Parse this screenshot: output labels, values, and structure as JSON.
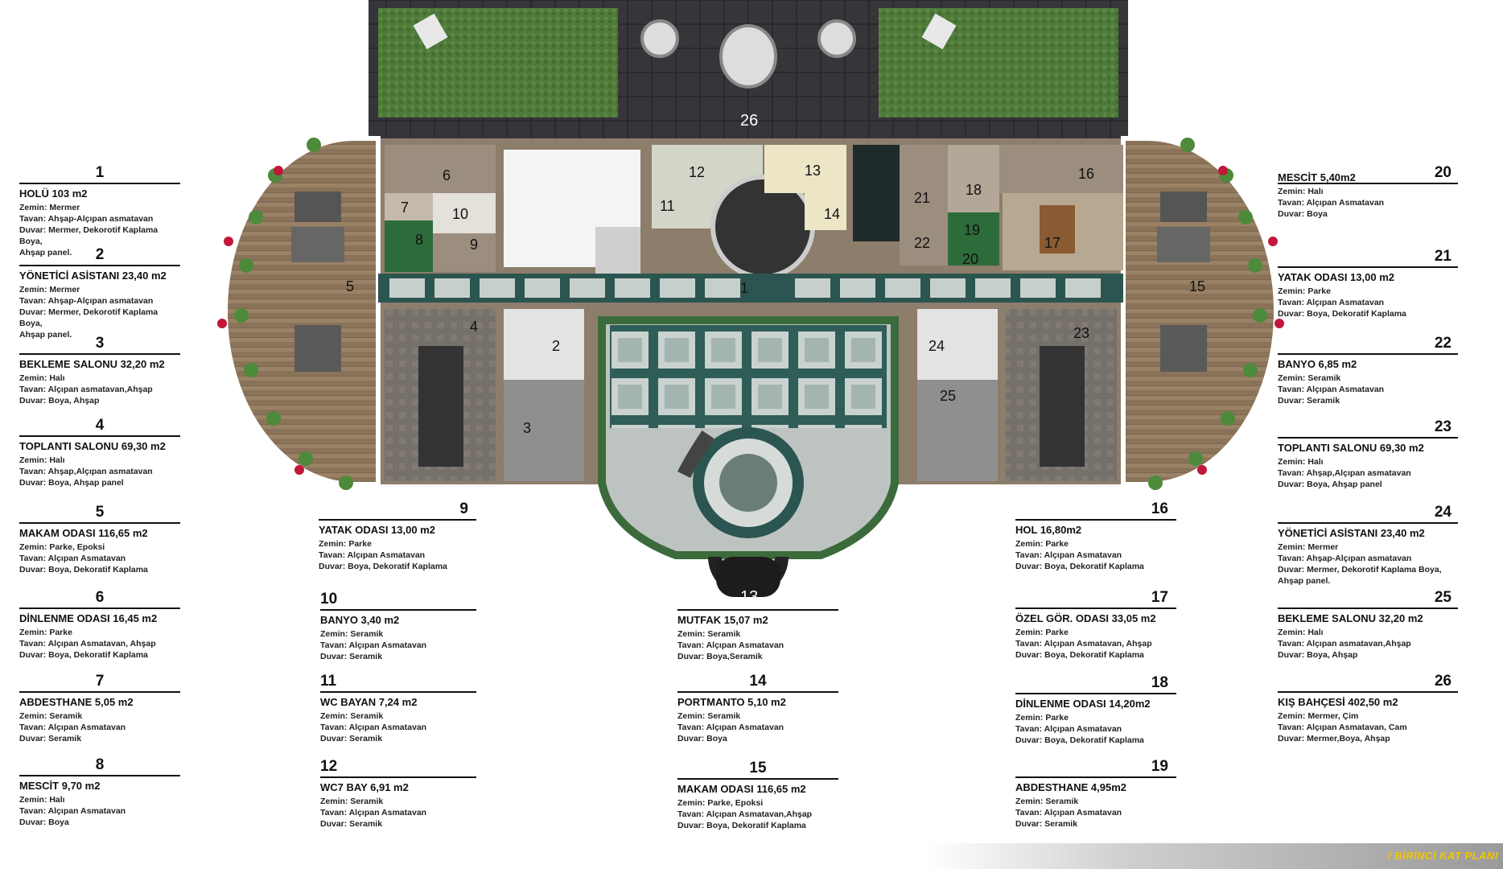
{
  "plan": {
    "room_numbers": [
      "1",
      "2",
      "3",
      "4",
      "5",
      "6",
      "7",
      "8",
      "9",
      "10",
      "11",
      "12",
      "13",
      "14",
      "15",
      "16",
      "17",
      "18",
      "19",
      "20",
      "21",
      "22",
      "23",
      "24",
      "25",
      "26"
    ]
  },
  "footer": {
    "label": "/ BİRİNCİ KAT PLANI"
  },
  "rooms": [
    {
      "no": "1",
      "title": "HOLÜ 103 m2",
      "lines": [
        "Zemin: Mermer",
        "Tavan: Ahşap-Alçıpan asmatavan",
        "Duvar: Mermer, Dekorotif Kaplama Boya,",
        "Ahşap panel."
      ]
    },
    {
      "no": "2",
      "title": "YÖNETİCİ ASİSTANI 23,40 m2",
      "lines": [
        "Zemin: Mermer",
        "Tavan: Ahşap-Alçıpan asmatavan",
        "Duvar: Mermer, Dekorotif Kaplama Boya,",
        "Ahşap panel."
      ]
    },
    {
      "no": "3",
      "title": "BEKLEME SALONU 32,20 m2",
      "lines": [
        "Zemin: Halı",
        "Tavan: Alçıpan asmatavan,Ahşap",
        "Duvar: Boya, Ahşap"
      ]
    },
    {
      "no": "4",
      "title": "TOPLANTI SALONU  69,30 m2",
      "lines": [
        "Zemin: Halı",
        "Tavan: Ahşap,Alçıpan asmatavan",
        "Duvar: Boya, Ahşap panel"
      ]
    },
    {
      "no": "5",
      "title": "MAKAM ODASI 116,65 m2",
      "lines": [
        "Zemin: Parke, Epoksi",
        "Tavan: Alçıpan Asmatavan",
        "Duvar: Boya, Dekoratif Kaplama"
      ]
    },
    {
      "no": "6",
      "title": "DİNLENME ODASI  16,45 m2",
      "lines": [
        "Zemin: Parke",
        "Tavan: Alçıpan Asmatavan, Ahşap",
        "Duvar: Boya, Dekoratif Kaplama"
      ]
    },
    {
      "no": "7",
      "title": "ABDESTHANE  5,05 m2",
      "lines": [
        "Zemin: Seramik",
        "Tavan: Alçıpan Asmatavan",
        "Duvar: Seramik"
      ]
    },
    {
      "no": "8",
      "title": "MESCİT 9,70 m2",
      "lines": [
        "Zemin: Halı",
        "Tavan: Alçıpan Asmatavan",
        "Duvar: Boya"
      ]
    },
    {
      "no": "9",
      "title": "YATAK ODASI 13,00 m2",
      "lines": [
        "Zemin: Parke",
        "Tavan: Alçıpan Asmatavan",
        "Duvar: Boya, Dekoratif Kaplama"
      ]
    },
    {
      "no": "10",
      "title": "BANYO 3,40 m2",
      "lines": [
        "Zemin: Seramik",
        "Tavan: Alçıpan Asmatavan",
        "Duvar: Seramik"
      ]
    },
    {
      "no": "11",
      "title": "WC BAYAN 7,24 m2",
      "lines": [
        "Zemin: Seramik",
        "Tavan: Alçıpan Asmatavan",
        "Duvar: Seramik"
      ]
    },
    {
      "no": "12",
      "title": "WC7 BAY 6,91 m2",
      "lines": [
        "Zemin: Seramik",
        "Tavan: Alçıpan Asmatavan",
        "Duvar: Seramik"
      ]
    },
    {
      "no": "13",
      "title": "MUTFAK 15,07 m2",
      "lines": [
        "Zemin: Seramik",
        "Tavan: Alçıpan Asmatavan",
        "Duvar: Boya,Seramik"
      ]
    },
    {
      "no": "14",
      "title": "PORTMANTO 5,10 m2",
      "lines": [
        "Zemin: Seramik",
        "Tavan: Alçıpan Asmatavan",
        "Duvar: Boya"
      ]
    },
    {
      "no": "15",
      "title": "MAKAM ODASI 116,65 m2",
      "lines": [
        "Zemin: Parke, Epoksi",
        "Tavan: Alçıpan Asmatavan,Ahşap",
        "Duvar: Boya, Dekoratif Kaplama"
      ]
    },
    {
      "no": "16",
      "title": "HOL 16,80m2",
      "lines": [
        "Zemin: Parke",
        "Tavan: Alçıpan Asmatavan",
        "Duvar: Boya, Dekoratif Kaplama"
      ]
    },
    {
      "no": "17",
      "title": "ÖZEL GÖR. ODASI 33,05 m2",
      "lines": [
        "Zemin: Parke",
        "Tavan: Alçıpan Asmatavan, Ahşap",
        "Duvar: Boya, Dekoratif Kaplama"
      ]
    },
    {
      "no": "18",
      "title": "DİNLENME ODASI     14,20m2",
      "lines": [
        "Zemin: Parke",
        "Tavan: Alçıpan Asmatavan",
        "Duvar: Boya, Dekoratif Kaplama"
      ]
    },
    {
      "no": "19",
      "title": "ABDESTHANE    4,95m2",
      "lines": [
        "Zemin: Seramik",
        "Tavan: Alçıpan Asmatavan",
        "Duvar: Seramik"
      ]
    },
    {
      "no": "20",
      "title": "MESCİT  5,40m2",
      "lines": [
        "Zemin: Halı",
        "Tavan: Alçıpan Asmatavan",
        "Duvar: Boya"
      ]
    },
    {
      "no": "21",
      "title": "YATAK ODASI 13,00 m2",
      "lines": [
        "Zemin: Parke",
        "Tavan: Alçıpan Asmatavan",
        "Duvar: Boya, Dekoratif Kaplama"
      ]
    },
    {
      "no": "22",
      "title": "BANYO 6,85 m2",
      "lines": [
        "Zemin: Seramik",
        "Tavan: Alçıpan Asmatavan",
        "Duvar: Seramik"
      ]
    },
    {
      "no": "23",
      "title": "TOPLANTI SALONU  69,30 m2",
      "lines": [
        "Zemin: Halı",
        "Tavan: Ahşap,Alçıpan asmatavan",
        "Duvar: Boya, Ahşap panel"
      ]
    },
    {
      "no": "24",
      "title": "YÖNETİCİ ASİSTANI 23,40 m2",
      "lines": [
        "Zemin: Mermer",
        "Tavan: Ahşap-Alçıpan asmatavan",
        "Duvar: Mermer, Dekorotif Kaplama Boya,",
        "Ahşap panel."
      ]
    },
    {
      "no": "25",
      "title": "BEKLEME SALONU 32,20 m2",
      "lines": [
        "Zemin: Halı",
        "Tavan: Alçıpan asmatavan,Ahşap",
        "Duvar: Boya, Ahşap"
      ]
    },
    {
      "no": "26",
      "title": "KIŞ BAHÇESİ 402,50 m2",
      "lines": [
        "Zemin: Mermer, Çim",
        "Tavan:  Alçıpan Asmatavan, Cam",
        "Duvar:  Mermer,Boya, Ahşap"
      ]
    }
  ]
}
